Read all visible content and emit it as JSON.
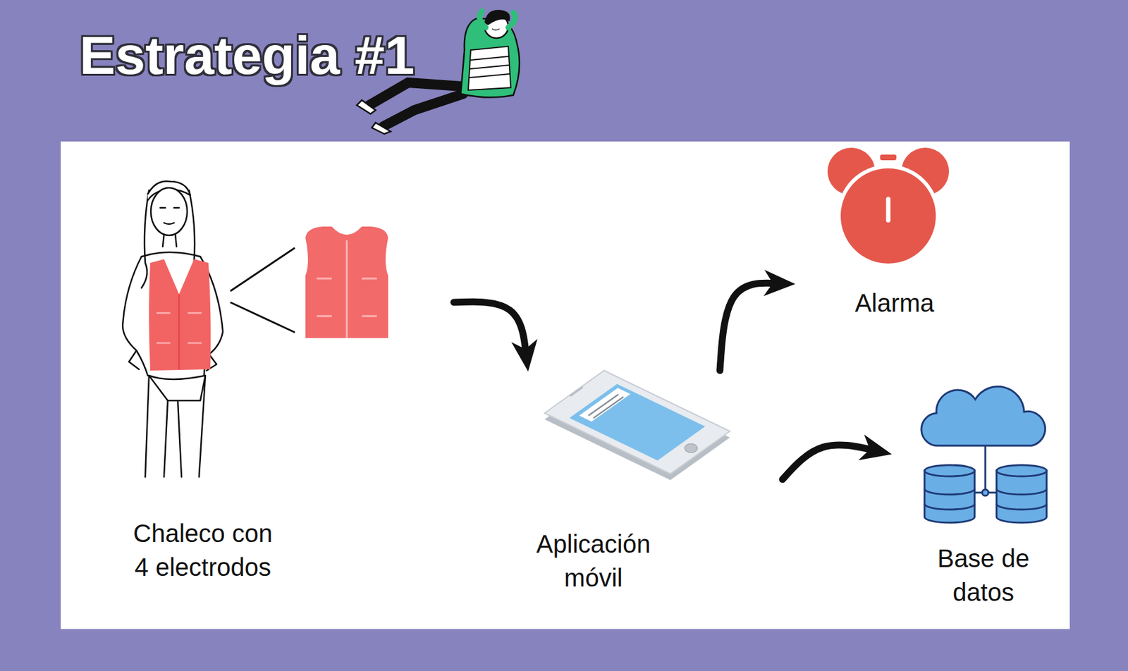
{
  "diagram": {
    "title": "Estrategia #1",
    "nodes": [
      {
        "text": [
          "Chaleco con 4 electrodos"
        ]
      },
      {
        "text": [
          "Aplicación móvil"
        ]
      },
      {
        "text": [
          "Alarma"
        ]
      },
      {
        "text": [
          "Base de datos"
        ]
      }
    ],
    "edges": [
      {
        "from": 0,
        "to": 1,
        "arrow": "to"
      },
      {
        "from": 1,
        "to": 2,
        "arrow": "to"
      },
      {
        "from": 1,
        "to": 3,
        "arrow": "to"
      }
    ]
  }
}
